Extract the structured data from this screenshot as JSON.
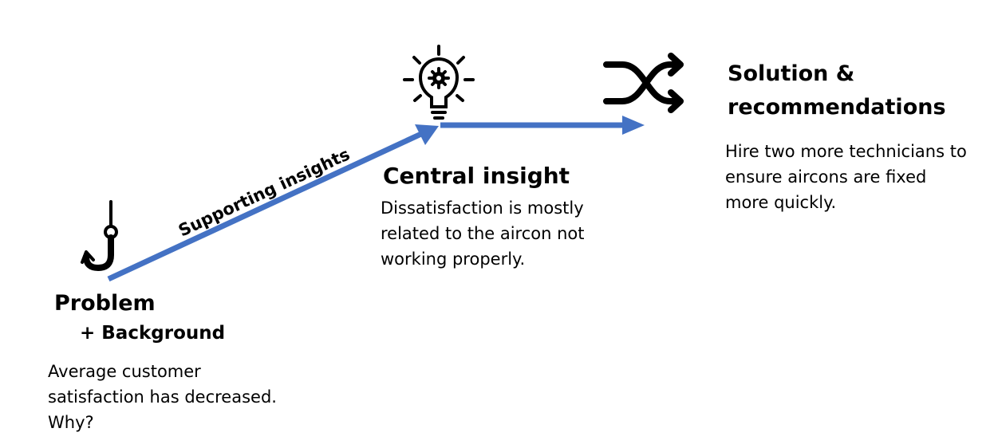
{
  "colors": {
    "arrow": "#4472C4",
    "icon": "#000000",
    "text": "#000000"
  },
  "icons": {
    "problem": "fish-hook-icon",
    "insight": "lightbulb-gear-icon",
    "solution": "shuffle-arrows-icon"
  },
  "arrow_label": "Supporting insights",
  "problem": {
    "title": "Problem",
    "subtitle": "+ Background",
    "lines": [
      "Average customer",
      "satisfaction has decreased.",
      "Why?"
    ]
  },
  "central": {
    "title": "Central insight",
    "lines": [
      "Dissatisfaction is mostly",
      "related to the aircon not",
      "working properly."
    ]
  },
  "solution": {
    "title_lines": [
      "Solution &",
      "recommendations"
    ],
    "lines": [
      "Hire two more technicians to",
      "ensure aircons are fixed",
      "more quickly."
    ]
  }
}
